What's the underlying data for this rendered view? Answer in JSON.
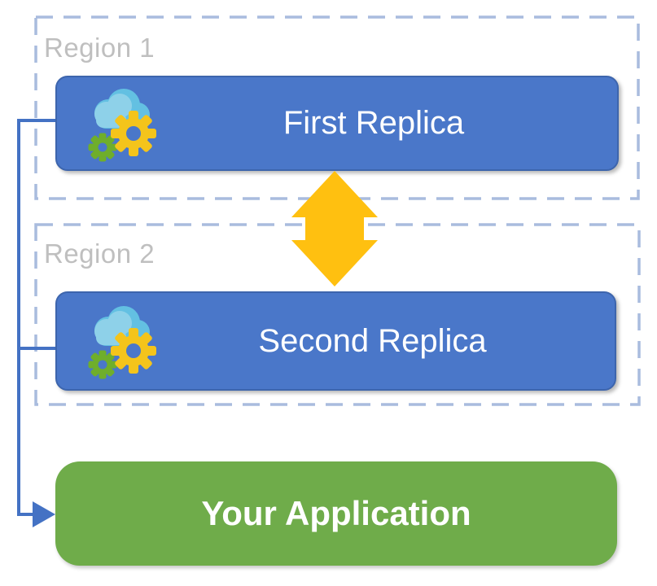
{
  "diagram": {
    "regions": [
      {
        "id": "region-1",
        "label": "Region 1"
      },
      {
        "id": "region-2",
        "label": "Region 2"
      }
    ],
    "nodes": {
      "first_replica": {
        "label": "First Replica",
        "icon": "cloud-gears-icon"
      },
      "second_replica": {
        "label": "Second Replica",
        "icon": "cloud-gears-icon"
      },
      "application": {
        "label": "Your Application"
      }
    },
    "connectors": {
      "sync_between_replicas": {
        "icon": "up-down-arrow-icon"
      },
      "replicas_to_application": {
        "icon": "right-arrowhead-icon"
      }
    },
    "colors": {
      "node-blue": "#4a77c9",
      "node-blue-border": "#3d65ad",
      "app-green": "#6fac4a",
      "region-dash": "#a9bcde",
      "region-label": "#bfbfbf",
      "connector-blue": "#4472c4",
      "sync-arrow-gold": "#ffc010",
      "cloud-light": "#8ed1e9",
      "cloud-dark": "#63c0e2",
      "gear-yellow": "#f4c41b",
      "gear-green": "#6fae2b",
      "text-white": "#ffffff"
    }
  }
}
